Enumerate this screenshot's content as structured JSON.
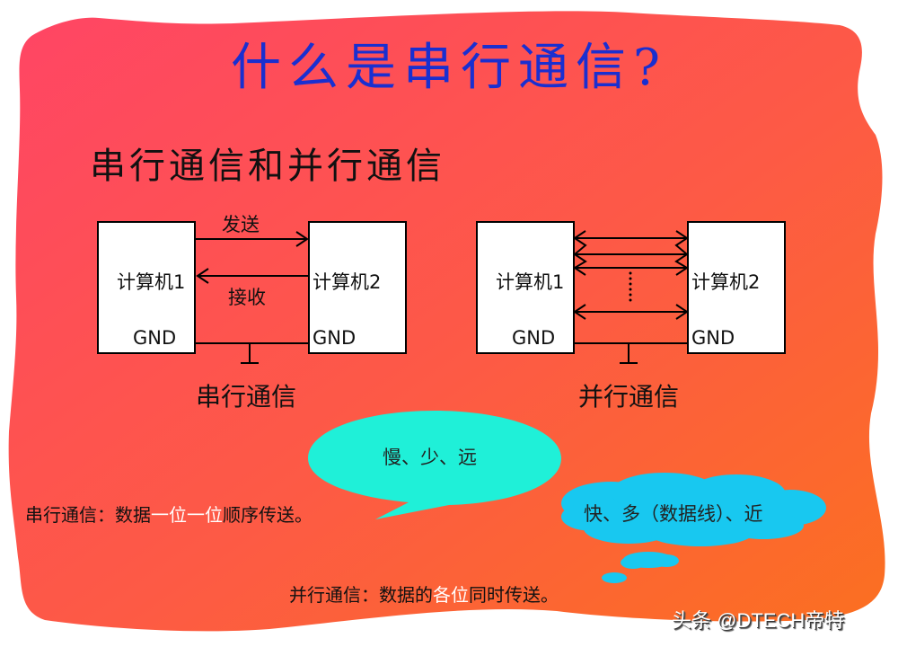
{
  "slide": {
    "title": "什么是串行通信?",
    "subtitle": "串行通信和并行通信",
    "colors": {
      "background_gradient_start": "#ff4565",
      "background_gradient_end": "#fb6c25",
      "title_color": "#1a2fd0",
      "speech_bubble": "#1ff0d8",
      "thought_cloud": "#18c8f0",
      "highlight_text": "#ffffff"
    }
  },
  "serial_diagram": {
    "left_box": {
      "label": "计算机1",
      "gnd": "GND"
    },
    "right_box": {
      "label": "计算机2",
      "gnd": "GND"
    },
    "send_label": "发送",
    "receive_label": "接收",
    "caption": "串行通信"
  },
  "parallel_diagram": {
    "left_box": {
      "label": "计算机1",
      "gnd": "GND"
    },
    "right_box": {
      "label": "计算机2",
      "gnd": "GND"
    },
    "ellipsis": "……",
    "caption": "并行通信"
  },
  "speech_bubble": {
    "text": "慢、少、远"
  },
  "thought_cloud": {
    "text": "快、多（数据线）、近"
  },
  "serial_note": {
    "prefix": "串行通信：数据",
    "highlight": "一位一位",
    "suffix": "顺序传送。"
  },
  "parallel_note": {
    "prefix": "并行通信：数据的",
    "highlight": "各位",
    "suffix": "同时传送。"
  },
  "watermark": {
    "text": "头条 @DTECH帝特"
  }
}
